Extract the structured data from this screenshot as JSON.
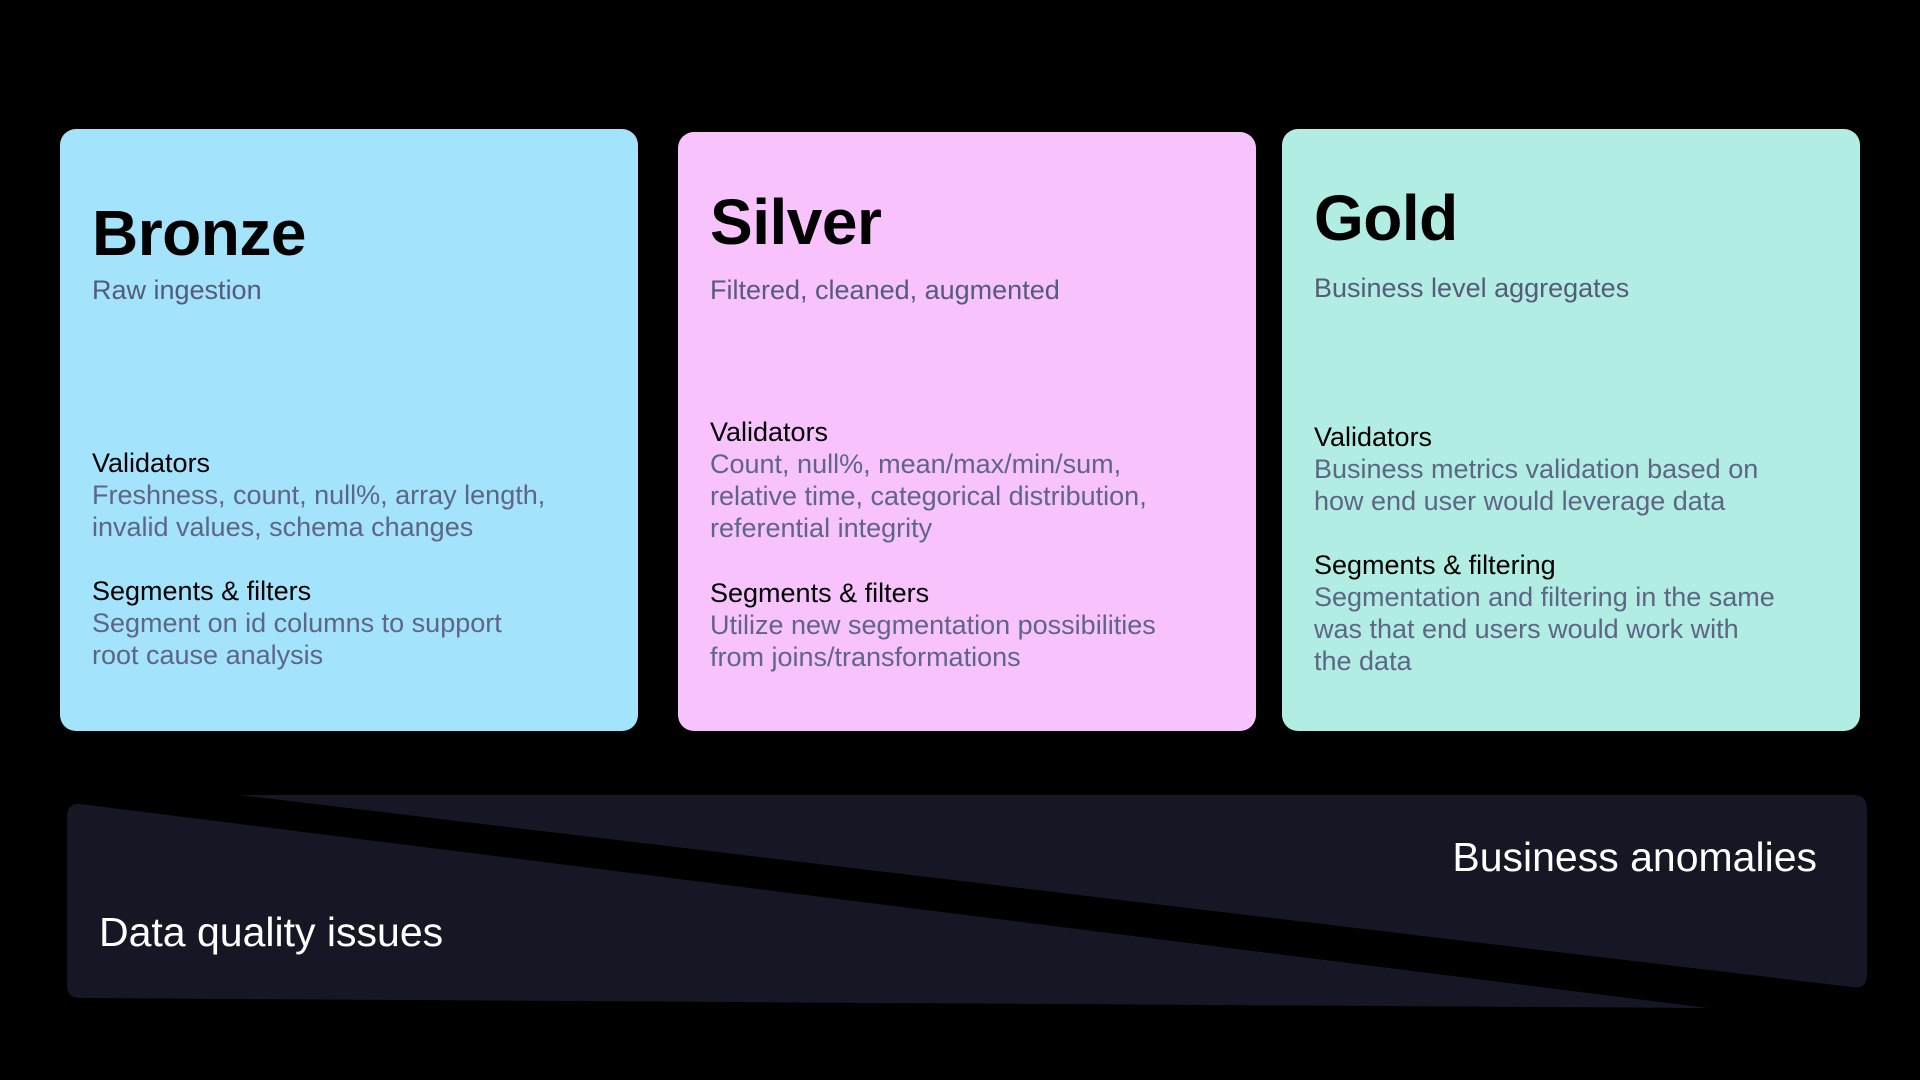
{
  "cards": [
    {
      "title": "Bronze",
      "subtitle": "Raw ingestion",
      "sections": [
        {
          "heading": "Validators",
          "lines": [
            "Freshness, count, null%, array length,",
            "invalid values, schema changes"
          ]
        },
        {
          "heading": "Segments & filters",
          "lines": [
            "Segment on id columns to support",
            "root cause analysis"
          ]
        }
      ]
    },
    {
      "title": "Silver",
      "subtitle": "Filtered, cleaned, augmented",
      "sections": [
        {
          "heading": "Validators",
          "lines": [
            "Count, null%, mean/max/min/sum,",
            "relative time, categorical distribution,",
            "referential integrity"
          ]
        },
        {
          "heading": "Segments & filters",
          "lines": [
            "Utilize new segmentation possibilities",
            "from joins/transformations"
          ]
        }
      ]
    },
    {
      "title": "Gold",
      "subtitle": "Business level aggregates",
      "sections": [
        {
          "heading": "Validators",
          "lines": [
            "Business metrics validation based on",
            "how end user would leverage data"
          ]
        },
        {
          "heading": "Segments & filtering",
          "lines": [
            "Segmentation and filtering in the same",
            "was that end users would work with",
            "the data"
          ]
        }
      ]
    }
  ],
  "band": {
    "left_label": "Data quality issues",
    "right_label": "Business anomalies",
    "color": "#151824"
  },
  "colors": {
    "bronze": "#a3e3fc",
    "silver": "#f8c3fd",
    "gold": "#b1ede3"
  }
}
